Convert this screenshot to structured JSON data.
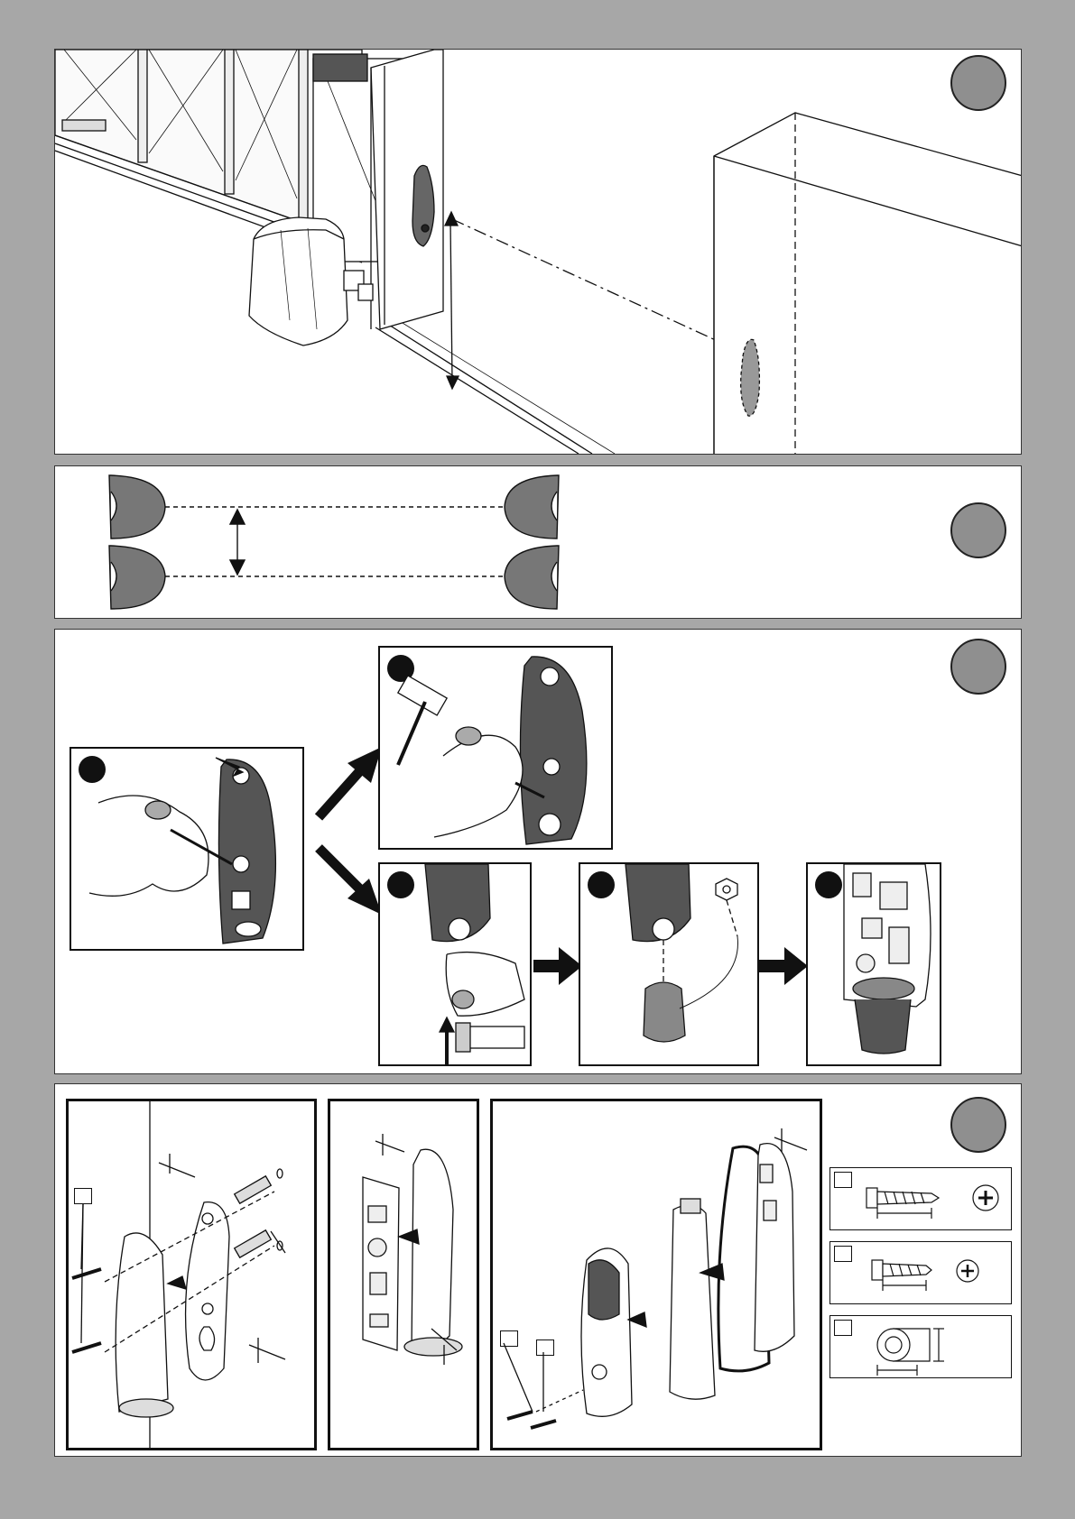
{
  "page": {
    "background": "#a7a7a7",
    "panel_background": "#ffffff",
    "badge_color": "#8f8f8f",
    "ink_color": "#111111"
  },
  "panels": [
    {
      "id": "installation-overview",
      "badge": "",
      "icons": [
        "gate-icon",
        "gate-motor-icon",
        "photocell-icon",
        "pillar-icon",
        "height-arrow-icon"
      ]
    },
    {
      "id": "photocell-alignment",
      "badge": "",
      "icons": [
        "photocell-icon",
        "alignment-arrow-icon"
      ]
    },
    {
      "id": "cable-entry-preparation",
      "badge": "",
      "sub_steps": [
        "",
        "",
        "",
        "",
        ""
      ],
      "icons": [
        "hammer-icon",
        "screwdriver-icon",
        "hand-icon",
        "cable-gland-icon",
        "nut-icon",
        "arrow-icon"
      ]
    },
    {
      "id": "mounting-and-closing",
      "badge": "",
      "icons": [
        "screw-icon",
        "wall-plug-icon",
        "circuit-board-icon",
        "gasket-icon",
        "cover-icon"
      ]
    }
  ],
  "spec_boxes": [
    {
      "id": "screw-type-a",
      "label": ""
    },
    {
      "id": "screw-type-b",
      "label": ""
    },
    {
      "id": "washer-type-c",
      "label": ""
    }
  ]
}
